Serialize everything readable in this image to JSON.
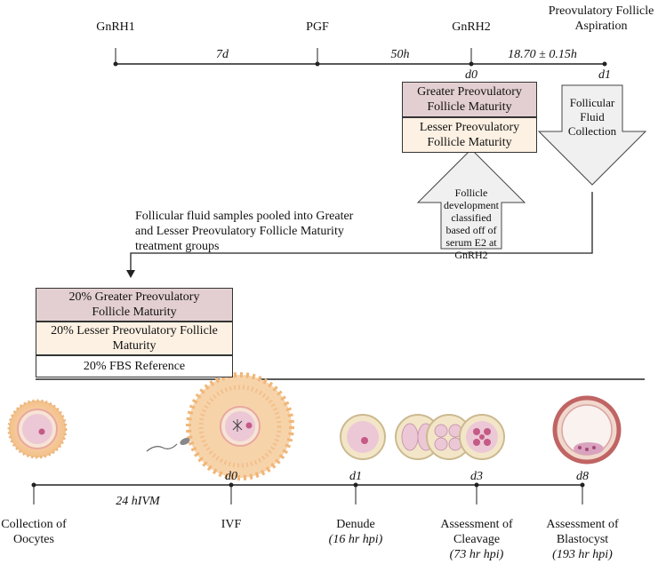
{
  "top_timeline": {
    "events": [
      "GnRH1",
      "PGF",
      "GnRH2",
      "Preovulatory Follicle Aspiration"
    ],
    "intervals": [
      "7d",
      "50h",
      "18.70 ± 0.15h"
    ],
    "day_labels": [
      "d0",
      "d1"
    ]
  },
  "maturity_boxes": {
    "greater": "Greater Preovulatory Follicle Maturity",
    "lesser": "Lesser Preovulatory Follicle Maturity"
  },
  "up_arrow_text": "Follicle development classified based off of serum E2 at GnRH2",
  "down_arrow_text": "Follicular Fluid Collection",
  "pooled_text": "Follicular fluid samples pooled into Greater and Lesser Preovulatory Follicle Maturity treatment groups",
  "treatments": [
    "20% Greater Preovulatory Follicle Maturity",
    "20% Lesser Preovulatory Follicle Maturity",
    "20% FBS Reference"
  ],
  "bottom_timeline": {
    "ivm_label": "24 hIVM",
    "day_labels": [
      "d0",
      "d1",
      "d3",
      "d8"
    ],
    "steps": [
      {
        "title": "Collection of Oocytes",
        "sub": ""
      },
      {
        "title": "IVF",
        "sub": ""
      },
      {
        "title": "Denude",
        "sub": "(16 hr hpi)"
      },
      {
        "title": "Assessment of Cleavage",
        "sub": "(73 hr hpi)"
      },
      {
        "title": "Assessment of Blastocyst",
        "sub": "(193 hr hpi)"
      }
    ]
  },
  "colors": {
    "greater_fill": "#e3cfd1",
    "lesser_fill": "#fdf1e3",
    "fbs_fill": "#ffffff",
    "arrow_fill": "#f0f0f0",
    "cumulus": "#f5c896",
    "oocyte_pink": "#e6b8c8",
    "nucleus": "#c45a85",
    "blastocyst_ring": "#c06464"
  }
}
